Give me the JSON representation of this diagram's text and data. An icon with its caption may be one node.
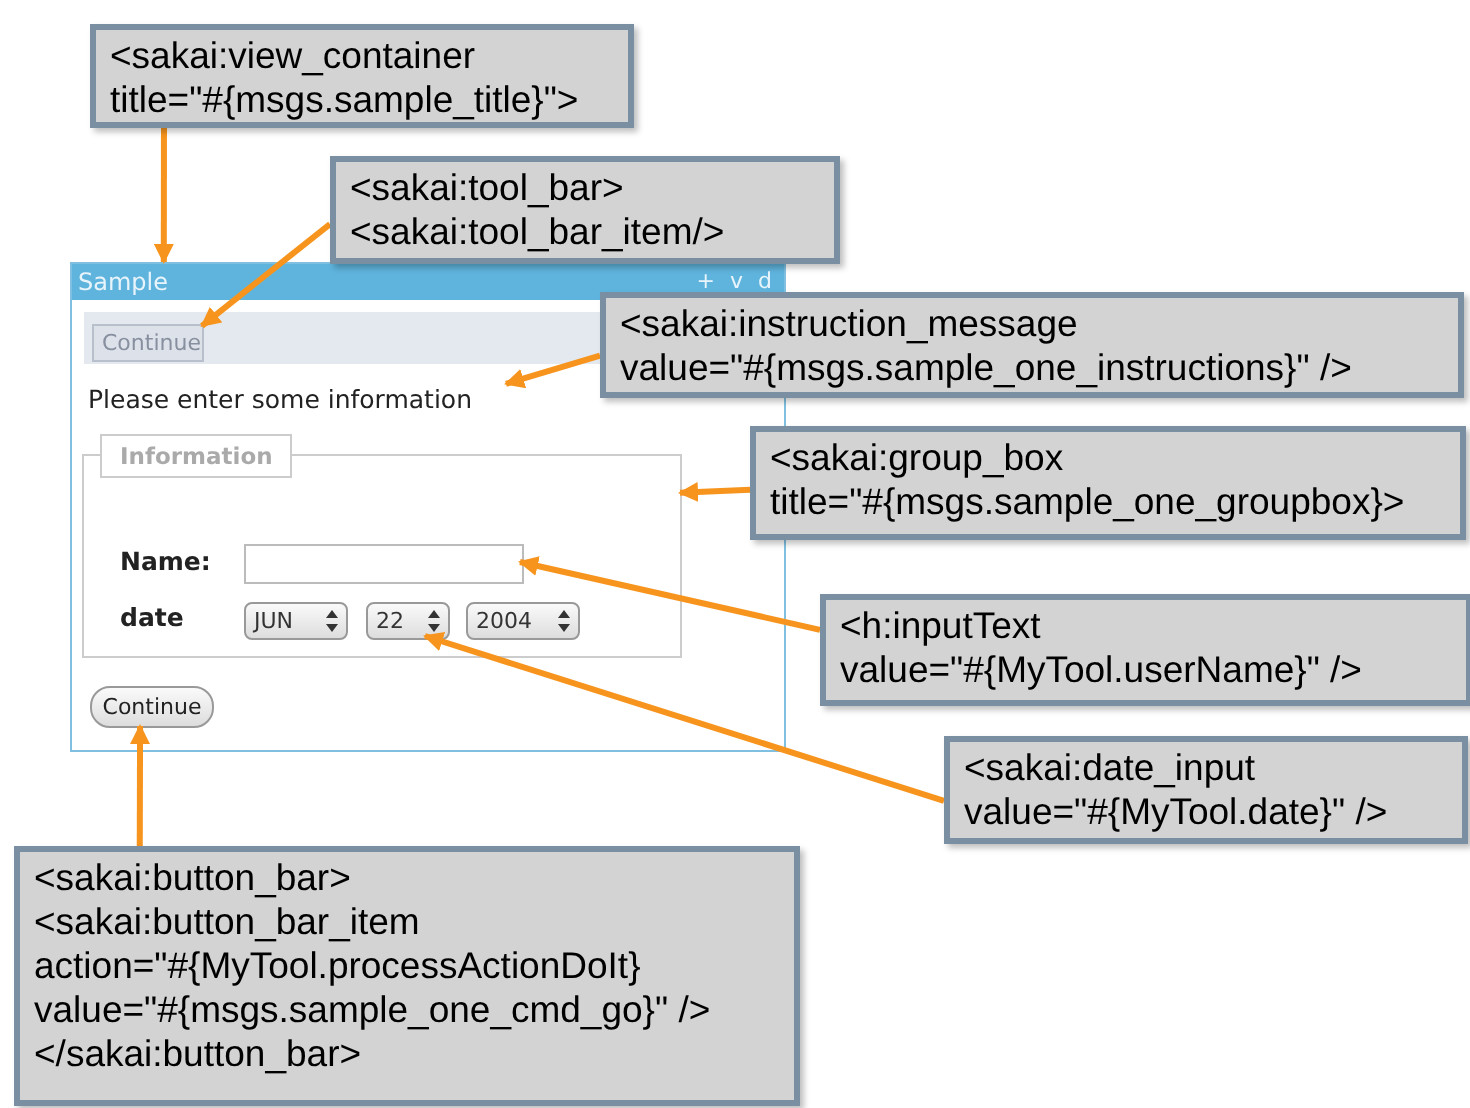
{
  "diagram": {
    "nodes": [
      {
        "text": [
          "<sakai:view_container title=\"#{msgs.sample_title}\">"
        ]
      },
      {
        "text": [
          "<sakai:tool_bar> <sakai:tool_bar_item/>"
        ]
      },
      {
        "text": [
          "Sample",
          "+ v d"
        ]
      },
      {
        "text": [
          "Continue"
        ],
        "in": 2
      },
      {
        "text": [
          "Please enter some information"
        ],
        "in": 2
      },
      {
        "text": [
          "Information"
        ],
        "in": 2
      },
      {
        "text": [
          "Name:"
        ],
        "in": 5
      },
      {
        "text": [],
        "shape": "box",
        "in": 5
      },
      {
        "text": [
          "date"
        ],
        "in": 5
      },
      {
        "text": [
          "JUN"
        ],
        "in": 5
      },
      {
        "text": [
          "22"
        ],
        "in": 5
      },
      {
        "text": [
          "2004"
        ],
        "in": 5
      },
      {
        "text": [
          "Continue"
        ],
        "in": 2
      },
      {
        "text": [
          "<sakai:instruction_message value=\"#{msgs.sample_one_instructions}\" />"
        ]
      },
      {
        "text": [
          "<sakai:group_box title=\"#{msgs.sample_one_groupbox}>"
        ]
      },
      {
        "text": [
          "<h:inputText value=\"#{MyTool.userName}\" />"
        ]
      },
      {
        "text": [
          "<sakai:date_input value=\"#{MyTool.date}\" />"
        ]
      },
      {
        "text": [
          "<sakai:button_bar> <sakai:button_bar_item action=\"#{MyTool.processActionDoIt} value=\"#{msgs.sample_one_cmd_go}\" /> </sakai:button_bar>"
        ]
      }
    ],
    "edges": [
      {
        "from": 0,
        "to": 2,
        "arrow": "to"
      },
      {
        "from": 1,
        "to": 3,
        "arrow": "to"
      },
      {
        "from": 13,
        "to": 4,
        "arrow": "to"
      },
      {
        "from": 14,
        "to": 5,
        "arrow": "to"
      },
      {
        "from": 15,
        "to": 7,
        "arrow": "to"
      },
      {
        "from": 16,
        "to": 10,
        "arrow": "to"
      },
      {
        "from": 17,
        "to": 12,
        "arrow": "to"
      }
    ]
  }
}
